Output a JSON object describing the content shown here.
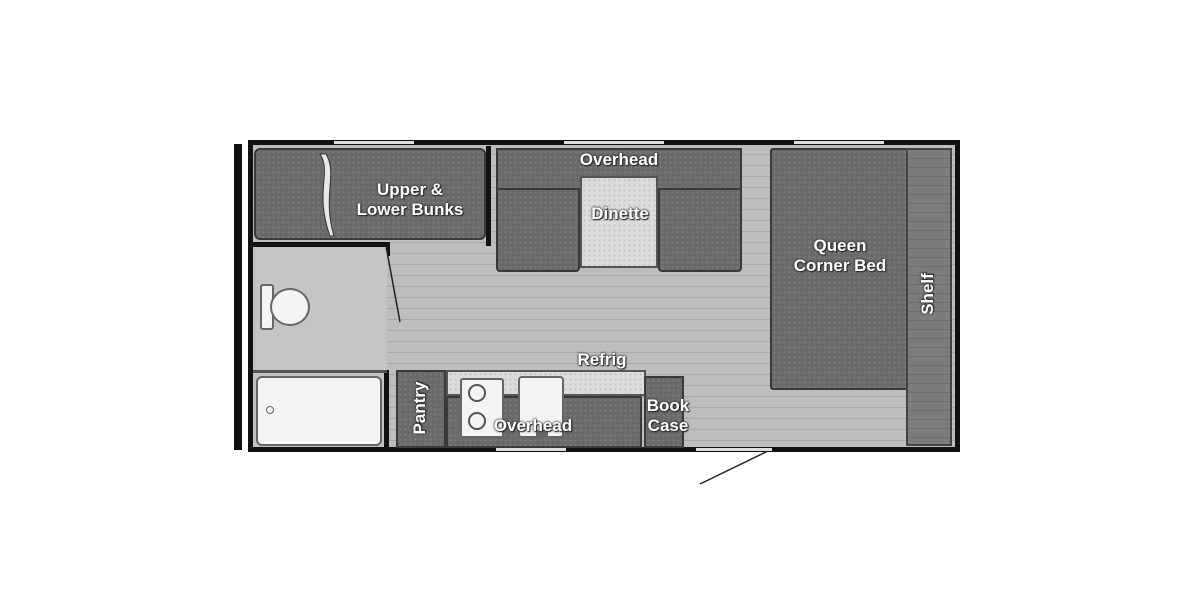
{
  "floorplan": {
    "rooms": {
      "bunks": "Upper & Lower Bunks",
      "bunks_line1": "Upper &",
      "bunks_line2": "Lower Bunks",
      "overhead_top": "Overhead",
      "dinette": "Dinette",
      "queen_bed_line1": "Queen",
      "queen_bed_line2": "Corner Bed",
      "shelf": "Shelf",
      "refrig": "Refrig",
      "pantry": "Pantry",
      "overhead_bottom": "Overhead",
      "bookcase_line1": "Book",
      "bookcase_line2": "Case"
    },
    "colors": {
      "wall": "#111111",
      "floor": "#bdbdbd",
      "furniture": "#6a6a6a",
      "fixture": "#f4f4f4"
    }
  }
}
